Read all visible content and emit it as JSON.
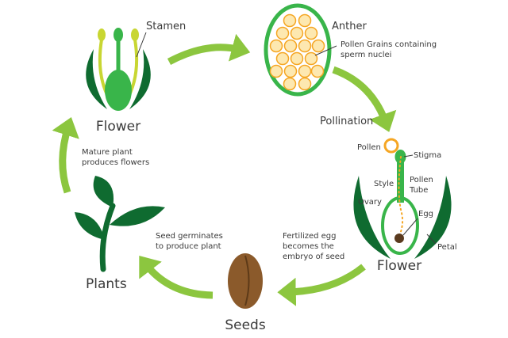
{
  "labels": {
    "stamen": "Stamen",
    "flower_top": "Flower",
    "anther": "Anther",
    "pollen_grains_line1": "Pollen Grains containing",
    "pollen_grains_line2": "sperm nuclei",
    "pollination": "Pollination",
    "pollen": "Pollen",
    "stigma": "Stigma",
    "style": "Style",
    "pollen_tube_line1": "Pollen",
    "pollen_tube_line2": "Tube",
    "ovary": "Ovary",
    "egg": "Egg",
    "petal": "Petal",
    "flower_right": "Flower",
    "fertilized_line1": "Fertilized egg",
    "fertilized_line2": "becomes the",
    "fertilized_line3": "embryo of seed",
    "seeds": "Seeds",
    "germinate_line1": "Seed germinates",
    "germinate_line2": "to produce plant",
    "plants": "Plants",
    "mature_line1": "Mature plant",
    "mature_line2": "produces flowers"
  },
  "colors": {
    "arrow": "#8cc63f",
    "leaf_dark": "#0f6b30",
    "green": "#39b54a",
    "yellow_green": "#c8d632",
    "pollen_fill": "#fde8b0",
    "pollen_stroke": "#f5a623",
    "seed": "#8b5a2b",
    "text": "#3a3a3a"
  }
}
